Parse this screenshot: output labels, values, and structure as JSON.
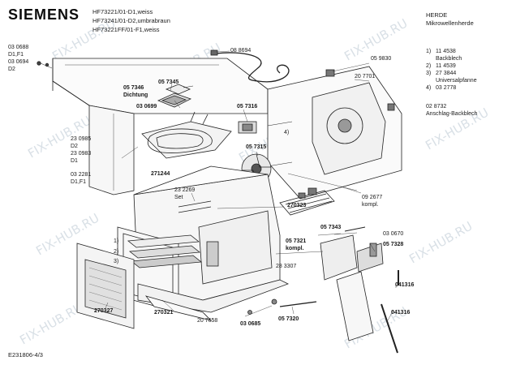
{
  "header": {
    "logo": "SIEMENS",
    "models": [
      "HF73221/01-D1,weiss",
      "HF73241/01-D2,umbrabraun",
      "HF73221FF/01-F1,weiss"
    ],
    "category": "HERDE",
    "subcategory": "Mikrowellenherde"
  },
  "parts_list": [
    {
      "no": "1)",
      "part": "11 4538",
      "desc": "Backblech"
    },
    {
      "no": "2)",
      "part": "11 4539",
      "desc": ""
    },
    {
      "no": "3)",
      "part": "27 3844",
      "desc": "Universalpfanne"
    },
    {
      "no": "4)",
      "part": "03 2778",
      "desc": ""
    }
  ],
  "side_note": {
    "part": "02 8732",
    "desc": "Anschlag-Backblech"
  },
  "labels": {
    "l030688": "03 0688",
    "lD1F1a": "D1,F1",
    "l030694": "03 0694",
    "lD2a": "D2",
    "l088694": "08 8694",
    "l057346": "05 7346",
    "lDichtung": "Dichtung",
    "l057345": "05 7345",
    "l030699": "03 0699",
    "l057316": "05 7316",
    "l059830": "05 9830",
    "l207701": "20 7701",
    "l230985": "23 0985",
    "lD2b": "D2",
    "l230983": "23 0983",
    "lD1": "D1",
    "l057315": "05 7315",
    "l4": "4)",
    "l271244": "271244",
    "l032281": "03 2281",
    "lD1F1b": "D1,F1",
    "l232269": "23 2269",
    "lSet": "Set",
    "l270323": "270323",
    "l092677": "09 2677",
    "lkompl1": "kompl.",
    "l1": "1)",
    "l2": "2)",
    "l3": "3)",
    "l057343": "05 7343",
    "l030670": "03 0670",
    "l057321": "05 7321",
    "lkompl2": "kompl.",
    "l057328": "05 7328",
    "l283307": "28 3307",
    "l041316a": "041316",
    "l270327": "270327",
    "l270321": "270321",
    "l207658": "20 7658",
    "l030685": "03 0685",
    "l057320": "05 7320",
    "l041316b": "041316"
  },
  "footer": {
    "code": "E231806-4/3"
  },
  "watermark": "FIX-HUB.RU"
}
